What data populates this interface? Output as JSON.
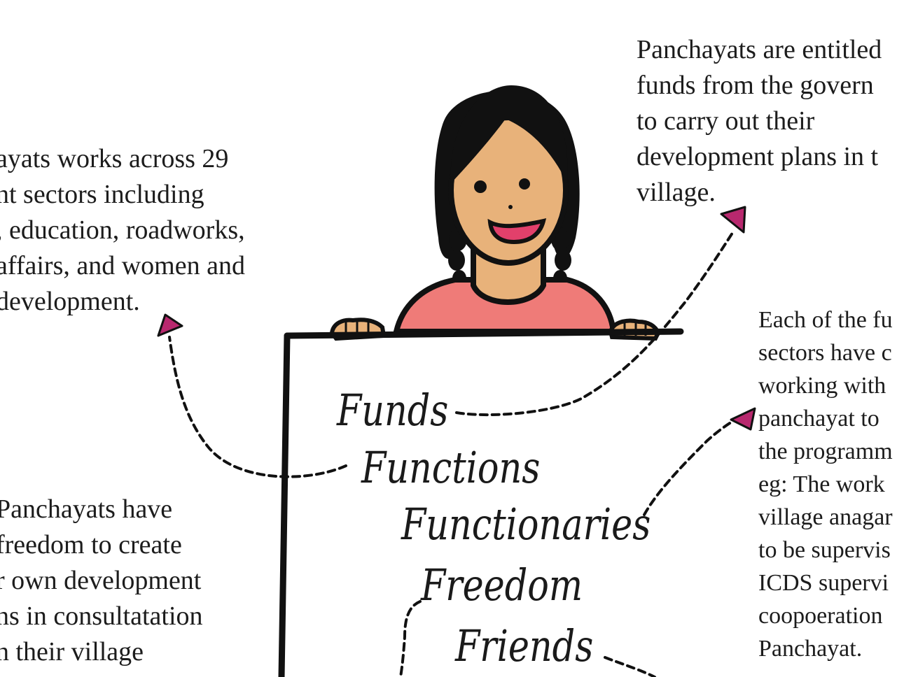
{
  "notes": {
    "left_top": [
      "ayats works across 29",
      "nt sectors including",
      ", education, roadworks,",
      "affairs, and women and",
      "development."
    ],
    "right_top": [
      "Panchayats are entitled",
      "funds from the govern",
      "to carry out their",
      "development plans in t",
      "village."
    ],
    "right_mid": [
      "Each of the fu",
      "sectors have c",
      "working with",
      "panchayat to",
      "the programm",
      "eg: The work",
      "village anagar",
      "to be supervis",
      "ICDS supervi",
      "coopoeration",
      "Panchayat."
    ],
    "left_bottom": [
      "Panchayats have",
      "freedom to create",
      "r own development",
      "ns in consultatation",
      "n their village"
    ]
  },
  "board_words": [
    "Funds",
    "Functions",
    "Functionaries",
    "Freedom",
    "Friends"
  ],
  "colors": {
    "skin": "#e8b27a",
    "hair": "#111111",
    "shirt": "#ef7b78",
    "mouth": "#e2406b",
    "arrowhead": "#b8286e",
    "ink": "#111111"
  }
}
